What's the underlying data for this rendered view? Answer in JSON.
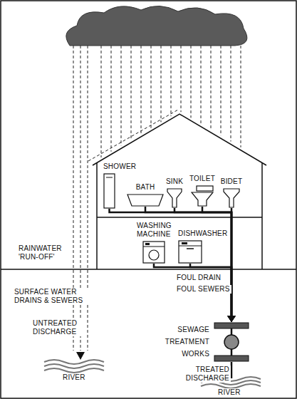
{
  "diagram": {
    "nodes": [
      {
        "text": [
          "SHOWER"
        ]
      },
      {
        "text": [
          "BATH"
        ]
      },
      {
        "text": [
          "SINK"
        ]
      },
      {
        "text": [
          "TOILET"
        ]
      },
      {
        "text": [
          "BIDET"
        ]
      },
      {
        "text": [
          "WASHING MACHINE"
        ]
      },
      {
        "text": [
          "DISHWASHER"
        ]
      },
      {
        "text": [
          "SEWAGE TREATMENT WORKS"
        ]
      }
    ],
    "edges": [
      {
        "from": 0,
        "to": 7,
        "arrow": "to"
      },
      {
        "from": 1,
        "to": 7,
        "arrow": "to"
      },
      {
        "from": 2,
        "to": 7,
        "arrow": "to"
      },
      {
        "from": 3,
        "to": 7,
        "arrow": "to"
      },
      {
        "from": 4,
        "to": 7,
        "arrow": "to"
      },
      {
        "from": 5,
        "to": 7,
        "arrow": "to"
      },
      {
        "from": 6,
        "to": 7,
        "arrow": "to"
      }
    ],
    "labels": [
      "RAINWATER 'RUN-OFF'",
      "SURFACE WATER DRAINS & SEWERS",
      "UNTREATED DISCHARGE",
      "RIVER",
      "FOUL DRAIN",
      "FOUL SEWERS",
      "TREATED DISCHARGE",
      "RIVER"
    ]
  }
}
